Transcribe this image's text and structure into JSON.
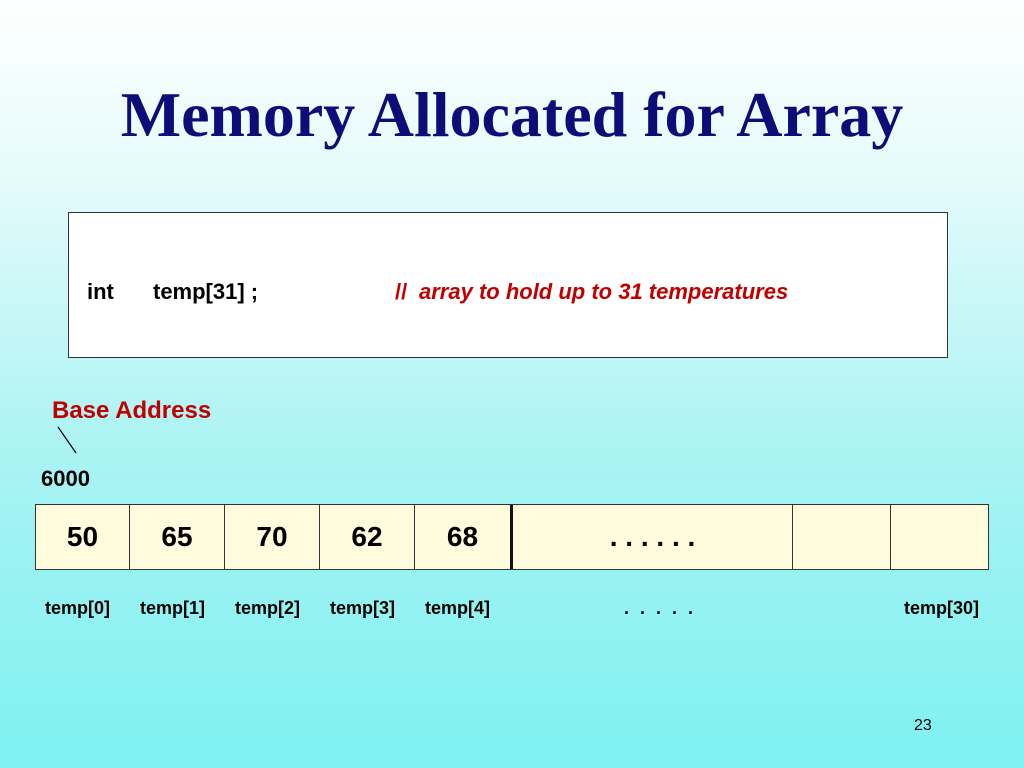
{
  "title": "Memory Allocated for Array",
  "code": {
    "keyword": "int",
    "declaration": "temp[31] ;",
    "comment_slashes": "//",
    "comment_text": "array to hold up to 31 temperatures"
  },
  "base_label": "Base Address",
  "base_address": "6000",
  "cells": [
    "50",
    "65",
    "70",
    "62",
    "68",
    ". . . . . .",
    "",
    ""
  ],
  "indices": [
    "temp[0]",
    "temp[1]",
    "temp[2]",
    "temp[3]",
    "temp[4]",
    "temp[30]"
  ],
  "index_dots": ". . . . .",
  "page_number": "23",
  "colors": {
    "title": "#0d0d7a",
    "comment": "#c00000",
    "cell_fill": "#fffbdc",
    "background_bottom": "#7ef1f1"
  }
}
